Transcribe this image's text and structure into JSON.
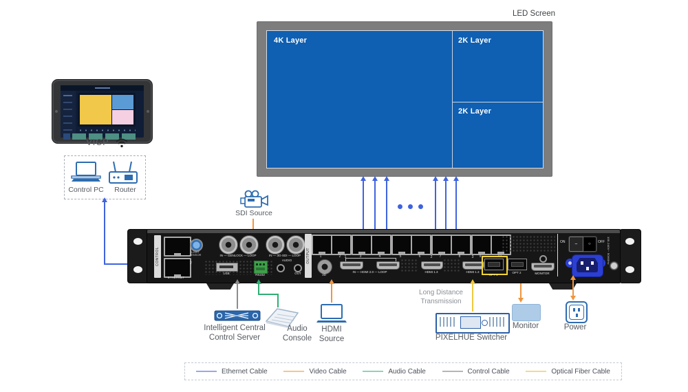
{
  "colors": {
    "ethernet_cable": "#3f63df",
    "video_cable": "#f0953f",
    "audio_cable": "#2fae74",
    "control_cable": "#8c8c8c",
    "optical_fiber_cable": "#eec83f",
    "screen_blue": "#0f5fb2",
    "frame_gray": "#7d7d7d",
    "icon_blue": "#2d6cb0",
    "power_inlet_blue": "#2b3fd4",
    "opt_highlight": "#f2d435"
  },
  "led_screen": {
    "title": "LED Screen",
    "layer_4k": "4K Layer",
    "layer_2k_top": "2K Layer",
    "layer_2k_bottom": "2K Layer"
  },
  "vicp": {
    "label": "VICP"
  },
  "control_station": {
    "pc": "Control PC",
    "router": "Router"
  },
  "sources": {
    "sdi": "SDI Source",
    "hdmi": "HDMI Source",
    "audio": "Audio Console",
    "server": "Intelligent Central Control Server"
  },
  "outputs": {
    "monitor": "Monitor",
    "power": "Power",
    "switcher": "PIXELHUE Switcher",
    "long_distance": "Long Distance Transmission"
  },
  "device": {
    "control_label": "CONTROL",
    "ethernet_label": "ETHERNET",
    "eth_port_1": "1",
    "eth_port_2": "2",
    "light_sensor": "LIGHT SENSOR",
    "genlock_label": "IN — GENLOCK — LOOP",
    "usb_label": "USB",
    "rs232_label": "RS232",
    "sdi_label": "IN — 3G-SDI — LOOP",
    "audio_label": "AUDIO",
    "audio_out": "OUT",
    "output_label": "OUTPUT",
    "output_ports": [
      "1",
      "2",
      "3",
      "4",
      "5",
      "6",
      "7",
      "8",
      "9",
      "10"
    ],
    "port_3d": "3D",
    "hdmi_group_1": "1",
    "hdmi_group_2": "2",
    "hdmi_group_3": "3",
    "hdmi20_label": "IN — HDMI 2.0 — LOOP",
    "hdmi13_label_a": "HDMI 1.3",
    "hdmi13_label_b": "HDMI 1.3",
    "opt1_label": "OPT 1",
    "opt2_label": "OPT 2",
    "monitor_label": "MONITOR",
    "switch_on": "ON",
    "switch_dash": "−",
    "switch_circle": "○",
    "switch_off": "OFF",
    "voltage": "100-240V~ 50/60Hz"
  },
  "legend": {
    "items": [
      {
        "label": "Ethernet Cable",
        "color": "#9aa8e8"
      },
      {
        "label": "Video Cable",
        "color": "#f6c491"
      },
      {
        "label": "Audio Cable",
        "color": "#8fd4b2"
      },
      {
        "label": "Control Cable",
        "color": "#b5b5b5"
      },
      {
        "label": "Optical Fiber Cable",
        "color": "#f1da8a"
      }
    ]
  }
}
